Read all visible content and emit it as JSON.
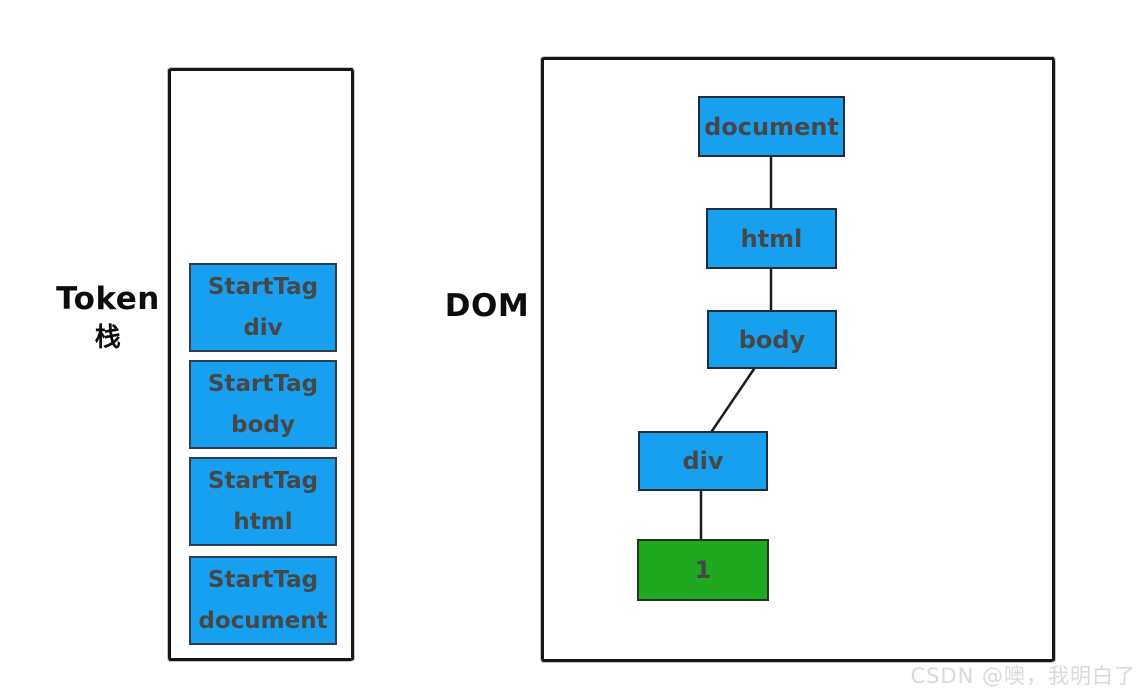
{
  "labels": {
    "token_line1": "Token",
    "token_line2": "栈",
    "dom": "DOM"
  },
  "token_stack": {
    "items": [
      {
        "line1": "StartTag",
        "line2": "div"
      },
      {
        "line1": "StartTag",
        "line2": "body"
      },
      {
        "line1": "StartTag",
        "line2": "html"
      },
      {
        "line1": "StartTag",
        "line2": "document"
      }
    ]
  },
  "dom_tree": {
    "nodes": [
      {
        "label": "document",
        "type": "element"
      },
      {
        "label": "html",
        "type": "element"
      },
      {
        "label": "body",
        "type": "element"
      },
      {
        "label": "div",
        "type": "element"
      },
      {
        "label": "1",
        "type": "text"
      }
    ]
  },
  "watermark": "CSDN @噢，我明白了",
  "colors": {
    "node-blue": "#18a0f0",
    "node-green": "#21a821",
    "node-text": "#474747",
    "line": "#1c1c1c",
    "sketch-border": "#161616",
    "label-text": "#0d0d0d",
    "watermark": "#d9d9d9"
  }
}
